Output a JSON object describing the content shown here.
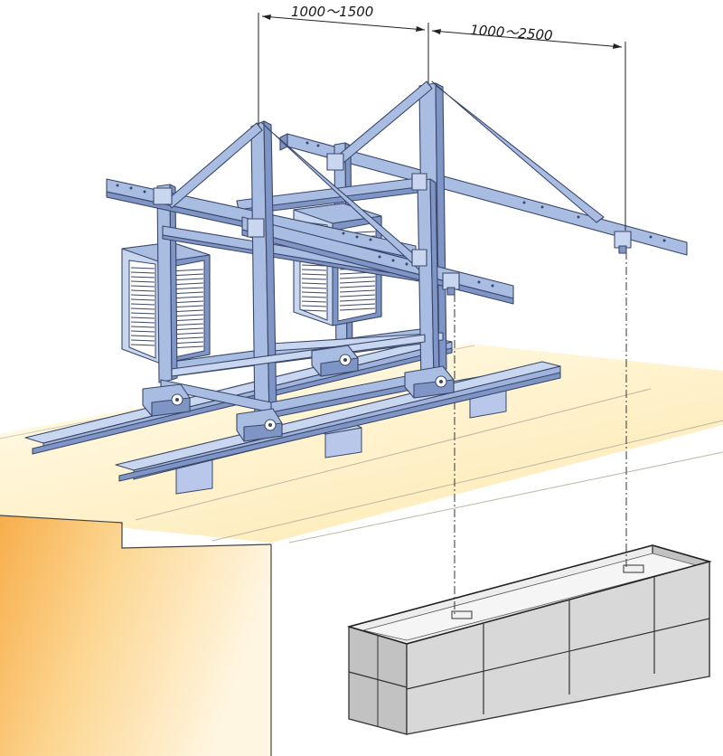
{
  "diagram": {
    "dimensions": [
      {
        "id": "span_front",
        "label": "1000～1500"
      },
      {
        "id": "span_back",
        "label": "1000～2500"
      }
    ],
    "colors": {
      "steel": "#a9bde3",
      "steel_outline": "#3a4768",
      "ground_warm": "#f6b45a",
      "ground_light": "#fff8e0",
      "formwork": "#d8d8d8"
    }
  }
}
